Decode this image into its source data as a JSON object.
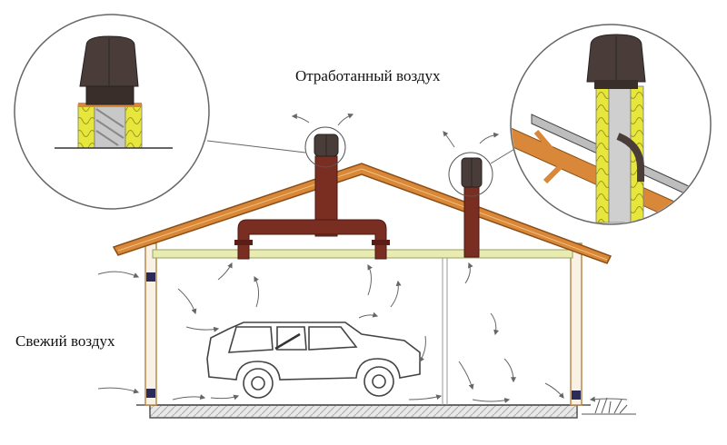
{
  "labels": {
    "exhaust_air": "Отработанный воздух",
    "fresh_air": "Свежий воздух"
  },
  "colors": {
    "roof_wood": "#d9883a",
    "roof_wood_dark": "#b86a22",
    "pipe": "#7a2e22",
    "pipe_dark": "#5a1e16",
    "beam": "#e8ecb0",
    "insulation": "#e6e63c",
    "vent_cap": "#4a3c38",
    "foundation": "#d4d4d4",
    "arrow": "#666666"
  },
  "icons": [
    "car-outline",
    "vent-cap-icon",
    "grass-icon"
  ]
}
